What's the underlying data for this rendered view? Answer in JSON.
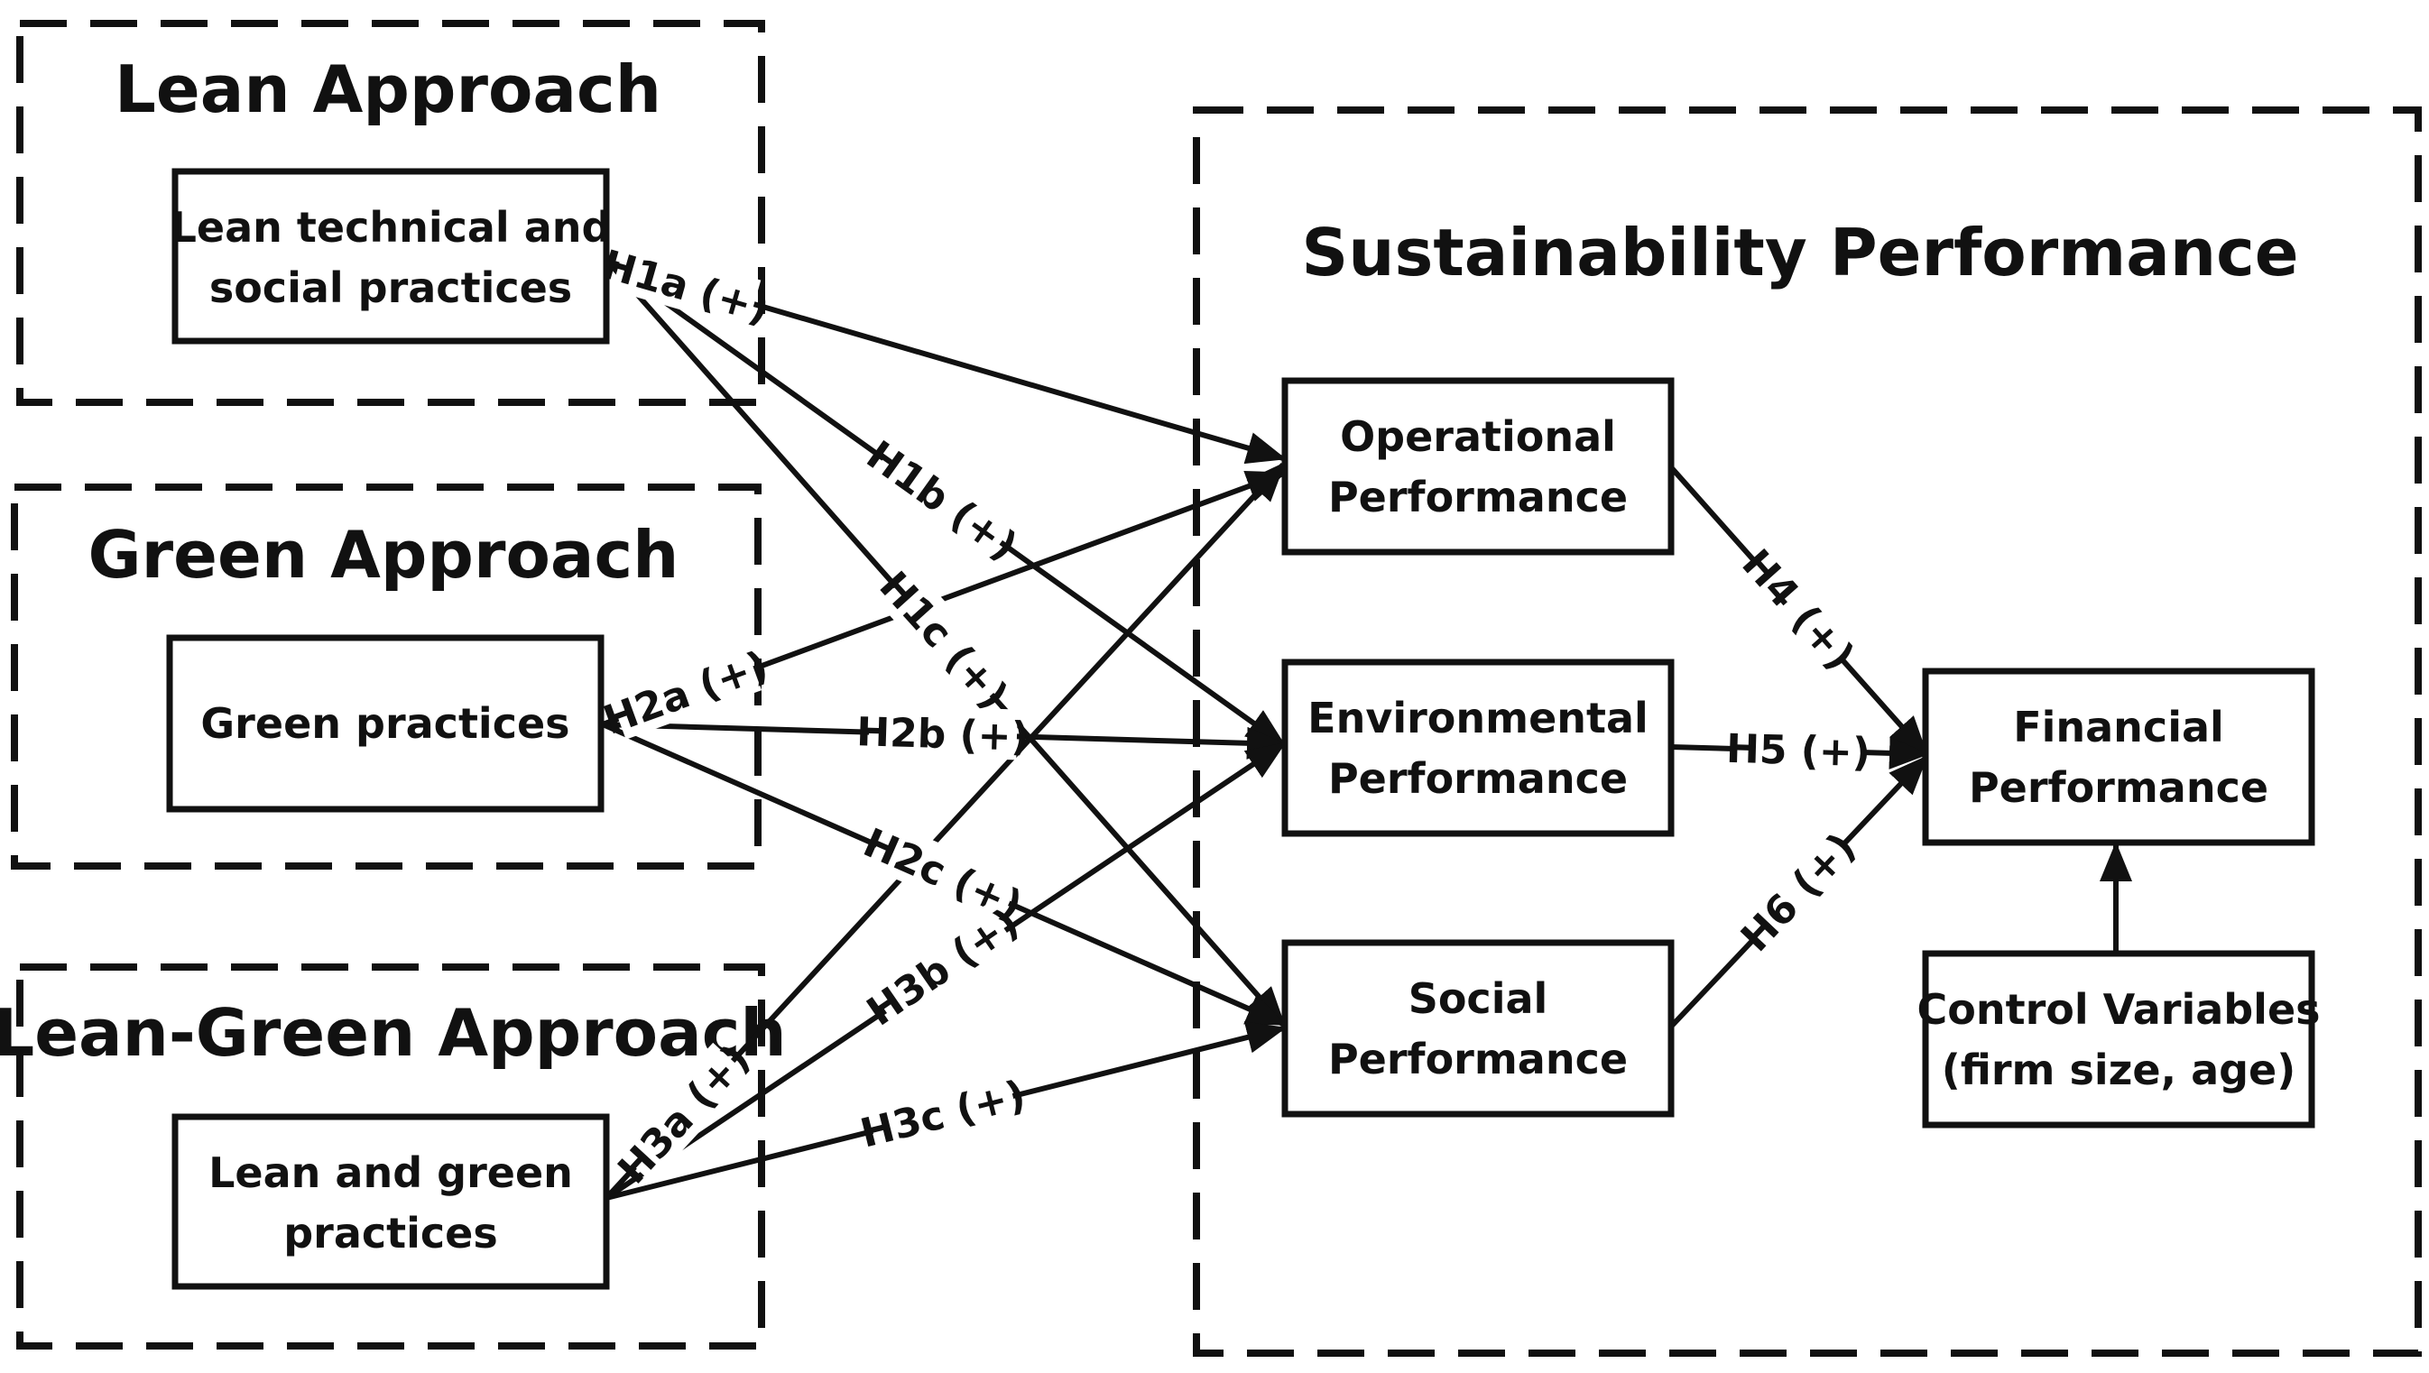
{
  "groups": {
    "lean": "Lean Approach",
    "green": "Green Approach",
    "lean_green": "Lean-Green Approach",
    "sustainability": "Sustainability Performance"
  },
  "nodes": {
    "lean_practices": [
      "Lean technical and",
      "social practices"
    ],
    "green_practices": [
      "Green practices"
    ],
    "lean_green_practices": [
      "Lean and green",
      "practices"
    ],
    "operational": [
      "Operational",
      "Performance"
    ],
    "environmental": [
      "Environmental",
      "Performance"
    ],
    "social": [
      "Social",
      "Performance"
    ],
    "financial": [
      "Financial",
      "Performance"
    ],
    "control": [
      "Control Variables",
      "(firm size, age)"
    ]
  },
  "hypotheses": {
    "H1a": "H1a (+)",
    "H1b": "H1b (+)",
    "H1c": "H1c (+)",
    "H2a": "H2a (+)",
    "H2b": "H2b (+)",
    "H2c": "H2c (+)",
    "H3a": "H3a (+)",
    "H3b": "H3b (+)",
    "H3c": "H3c (+)",
    "H4": "H4 (+)",
    "H5": "H5 (+)",
    "H6": "H6 (+)"
  }
}
